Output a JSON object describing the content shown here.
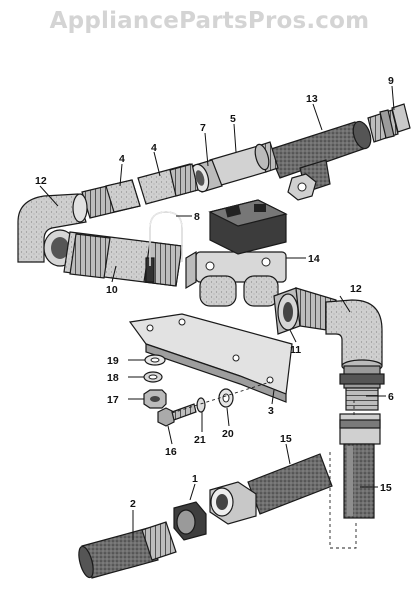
{
  "watermark": "AppliancePartsPros.com",
  "callouts": {
    "c1": "1",
    "c2": "2",
    "c3": "3",
    "c4a": "4",
    "c4b": "4",
    "c5": "5",
    "c6": "6",
    "c7": "7",
    "c8": "8",
    "c9": "9",
    "c10": "10",
    "c11": "11",
    "c12a": "12",
    "c12b": "12",
    "c13": "13",
    "c14": "14",
    "c15a": "15",
    "c15b": "15",
    "c16": "16",
    "c17": "17",
    "c18": "18",
    "c19": "19",
    "c20": "20",
    "c21": "21"
  },
  "colors": {
    "part_dark": "#3a3a3a",
    "part_mid": "#8a8a8a",
    "part_light": "#d9d9d9",
    "ink": "#111111"
  }
}
